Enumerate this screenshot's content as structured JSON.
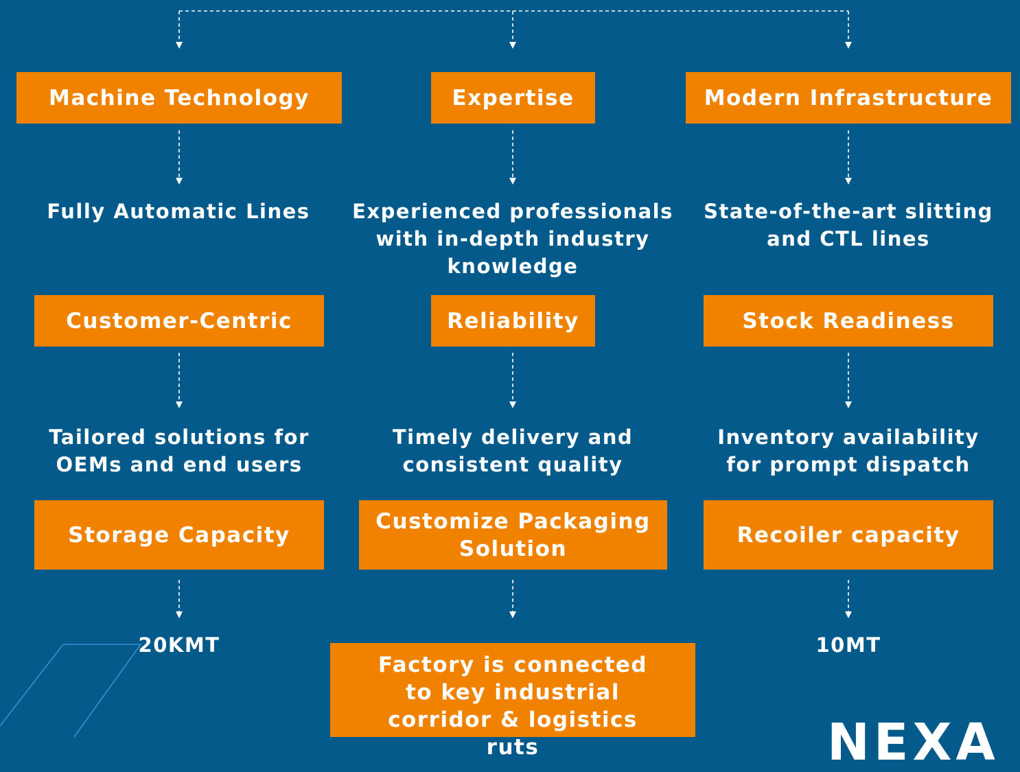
{
  "columns": [
    {
      "top": "Machine Technology",
      "top_desc": "Fully Automatic Lines",
      "middle": "Customer-Centric",
      "middle_desc": "Tailored solutions for OEMs and end users",
      "bottom": "Storage Capacity",
      "bottom_desc": "20KMT"
    },
    {
      "top": "Expertise",
      "top_desc": "Experienced professionals with in-depth industry knowledge",
      "middle": "Reliability",
      "middle_desc": "Timely delivery and consistent quality",
      "bottom": "Customize Packaging Solution",
      "bottom_desc": "Factory is connected to key industrial corridor & logistics ruts"
    },
    {
      "top": "Modern Infrastructure",
      "top_desc": "State-of-the-art slitting and CTL lines",
      "middle": "Stock Readiness",
      "middle_desc": "Inventory availability for prompt dispatch",
      "bottom": "Recoiler capacity",
      "bottom_desc": "10MT"
    }
  ],
  "logo_text": "NEXA",
  "colors": {
    "background": "#045a8a",
    "box": "#f08200",
    "text": "#ffffff"
  }
}
